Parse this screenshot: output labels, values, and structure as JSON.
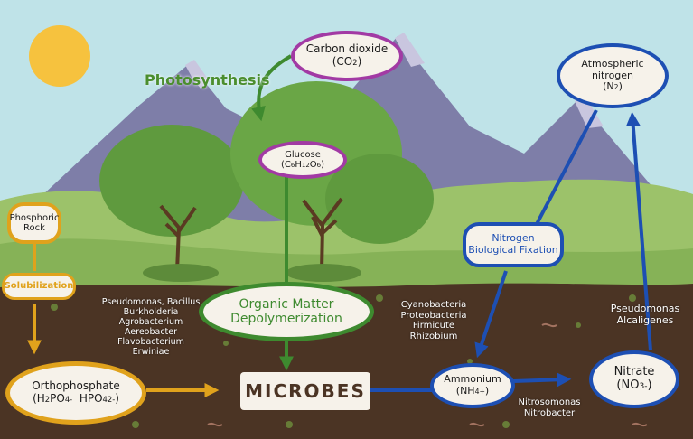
{
  "nodes": {
    "carbon_dioxide": {
      "line1": "Carbon dioxide",
      "formula": "CO",
      "sub": "2"
    },
    "glucose": {
      "line1": "Glucose",
      "formula": "C",
      "s1": "6",
      "h": "H",
      "s2": "12",
      "o": "O",
      "s3": "6"
    },
    "atmospheric_nitrogen": {
      "line1": "Atmospheric",
      "line2": "nitrogen",
      "formula": "N",
      "sub": "2"
    },
    "phosphoric_rock": {
      "line1": "Phosphoric",
      "line2": "Rock"
    },
    "solubilization": {
      "label": "Solubilization"
    },
    "orthophosphate": {
      "line1": "Orthophosphate",
      "f1": "H",
      "f1s": "2",
      "f1b": "PO",
      "f1s2": "4",
      "f1sup": "-",
      "f2": "HPO",
      "f2s": "4",
      "f2sup": "2-"
    },
    "organic_matter": {
      "line1": "Organic Matter",
      "line2": "Depolymerization"
    },
    "microbes": {
      "label": "MICROBES"
    },
    "ammonium": {
      "line1": "Ammonium",
      "formula": "NH",
      "sub": "4",
      "sup": "+"
    },
    "nitrate": {
      "line1": "Nitrate",
      "formula": "NO",
      "sub": "3",
      "sup": "-"
    },
    "nitrogen_fixation": {
      "line1": "Nitrogen",
      "line2": "Biological Fixation"
    }
  },
  "labels": {
    "photosynthesis": "Photosynthesis",
    "phosphate_bacteria": [
      "Pseudomonas, Bacillus",
      "Burkholderia",
      "Agrobacterium",
      "Aereobacter",
      "Flavobacterium",
      "Erwiniae"
    ],
    "fixation_bacteria": [
      "Cyanobacteria",
      "Proteobacteria",
      "Firmicute",
      "Rhizobium"
    ],
    "denitrifiers": [
      "Pseudomonas",
      "Alcaligenes"
    ],
    "nitrifiers": [
      "Nitrosomonas",
      "Nitrobacter"
    ]
  },
  "colors": {
    "sky": "#b9dfe6",
    "sun": "#f6c23e",
    "mountain": "#7e7ea8",
    "grass": "#9cc26a",
    "soil": "#4b3424",
    "tree": "#5f9a3e",
    "purple": "#a23aa4",
    "green": "#3e8a2f",
    "blue": "#1d4fb3",
    "orange": "#e0a21c"
  }
}
